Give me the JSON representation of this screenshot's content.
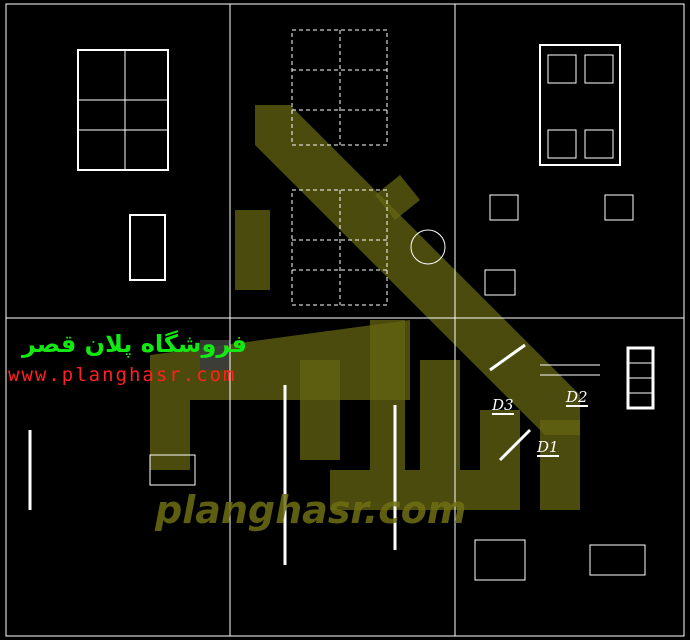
{
  "drawing": {
    "detail_labels": [
      "D1",
      "D2",
      "D3"
    ]
  },
  "watermark": {
    "store_name": "فروشگاه پلان قصر",
    "url": "www.planghasr.com",
    "logo_url": "planghasr.com"
  },
  "colors": {
    "background": "#000000",
    "lines": "#ffffff",
    "watermark_olive": "#5a5a12",
    "watermark_green": "#12e812",
    "watermark_red": "#ff2020"
  }
}
